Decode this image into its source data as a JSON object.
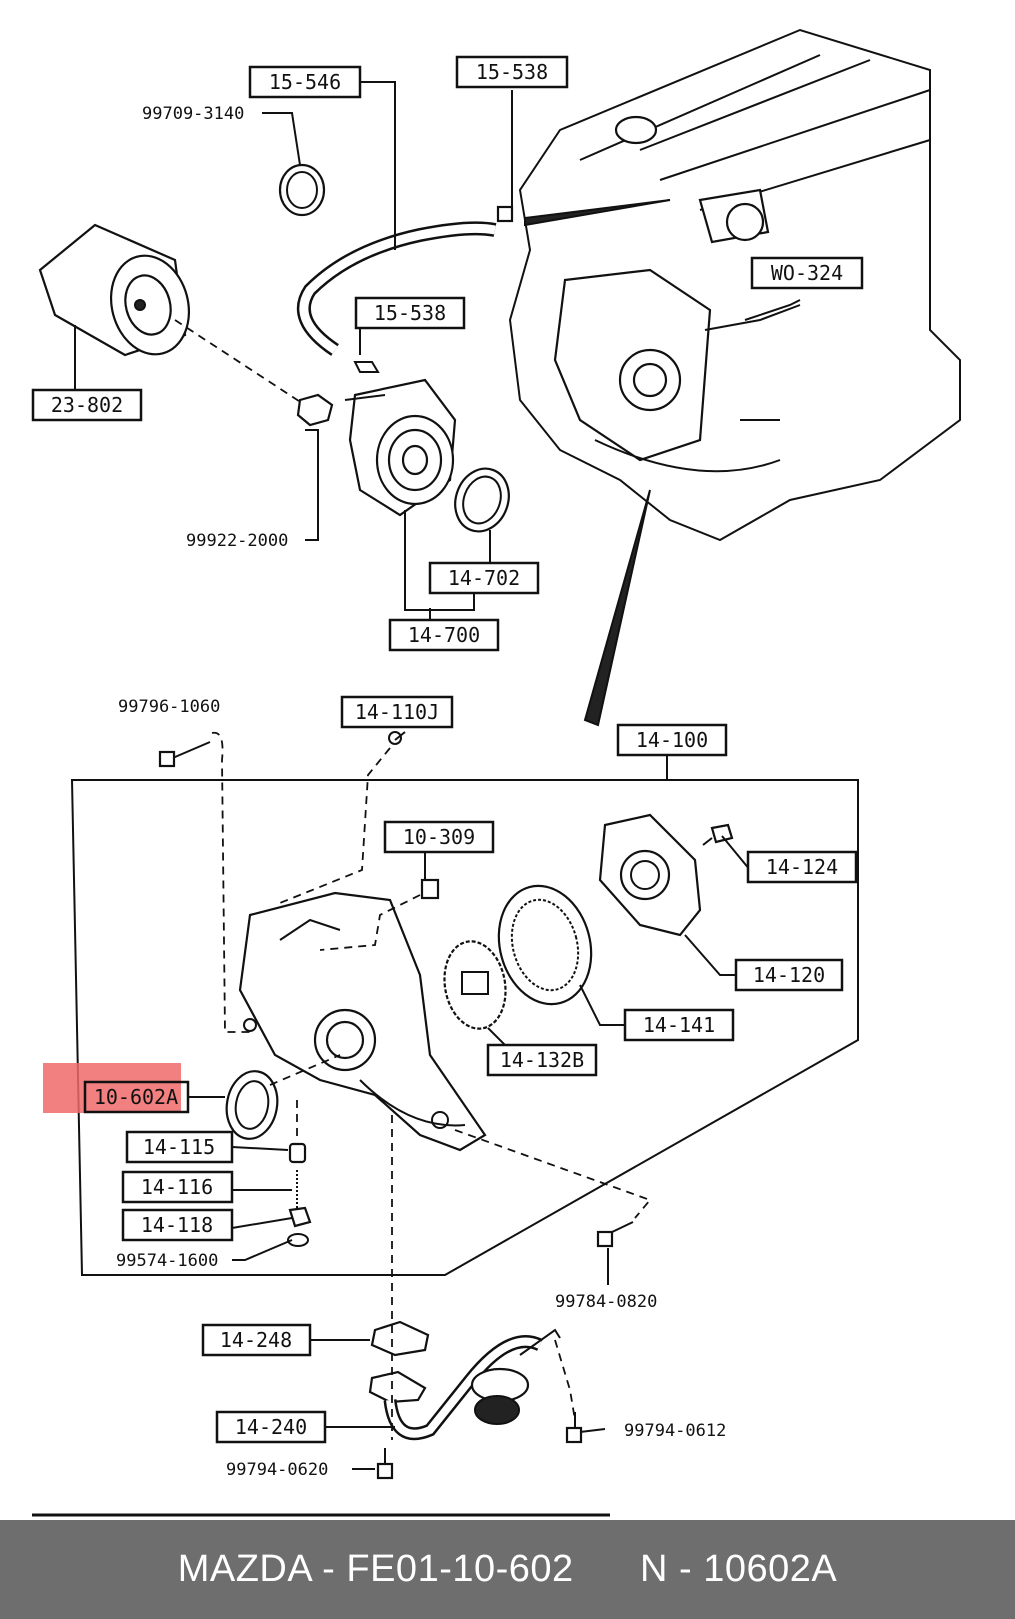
{
  "labels": {
    "l_15_546": "15-546",
    "l_15_538a": "15-538",
    "l_99709": "99709-3140",
    "l_23_802": "23-802",
    "l_15_538b": "15-538",
    "l_wo_324": "WO-324",
    "l_99922": "99922-2000",
    "l_14_702": "14-702",
    "l_14_700": "14-700",
    "l_99796": "99796-1060",
    "l_14_110j": "14-110J",
    "l_14_100": "14-100",
    "l_10_309": "10-309",
    "l_14_124": "14-124",
    "l_14_120": "14-120",
    "l_14_141": "14-141",
    "l_14_132b": "14-132B",
    "l_10_602a": "10-602A",
    "l_14_115": "14-115",
    "l_14_116": "14-116",
    "l_14_118": "14-118",
    "l_99574": "99574-1600",
    "l_99784": "99784-0820",
    "l_14_248": "14-248",
    "l_14_240": "14-240",
    "l_99794_0612": "99794-0612",
    "l_99794_0620": "99794-0620"
  },
  "highlight": {
    "part": "10-602A",
    "color": "#f06a6a"
  },
  "footer": {
    "brand_part": "MAZDA - FE01-10-602",
    "alt_part": "N - 10602A",
    "background": "#6e6e6e"
  }
}
